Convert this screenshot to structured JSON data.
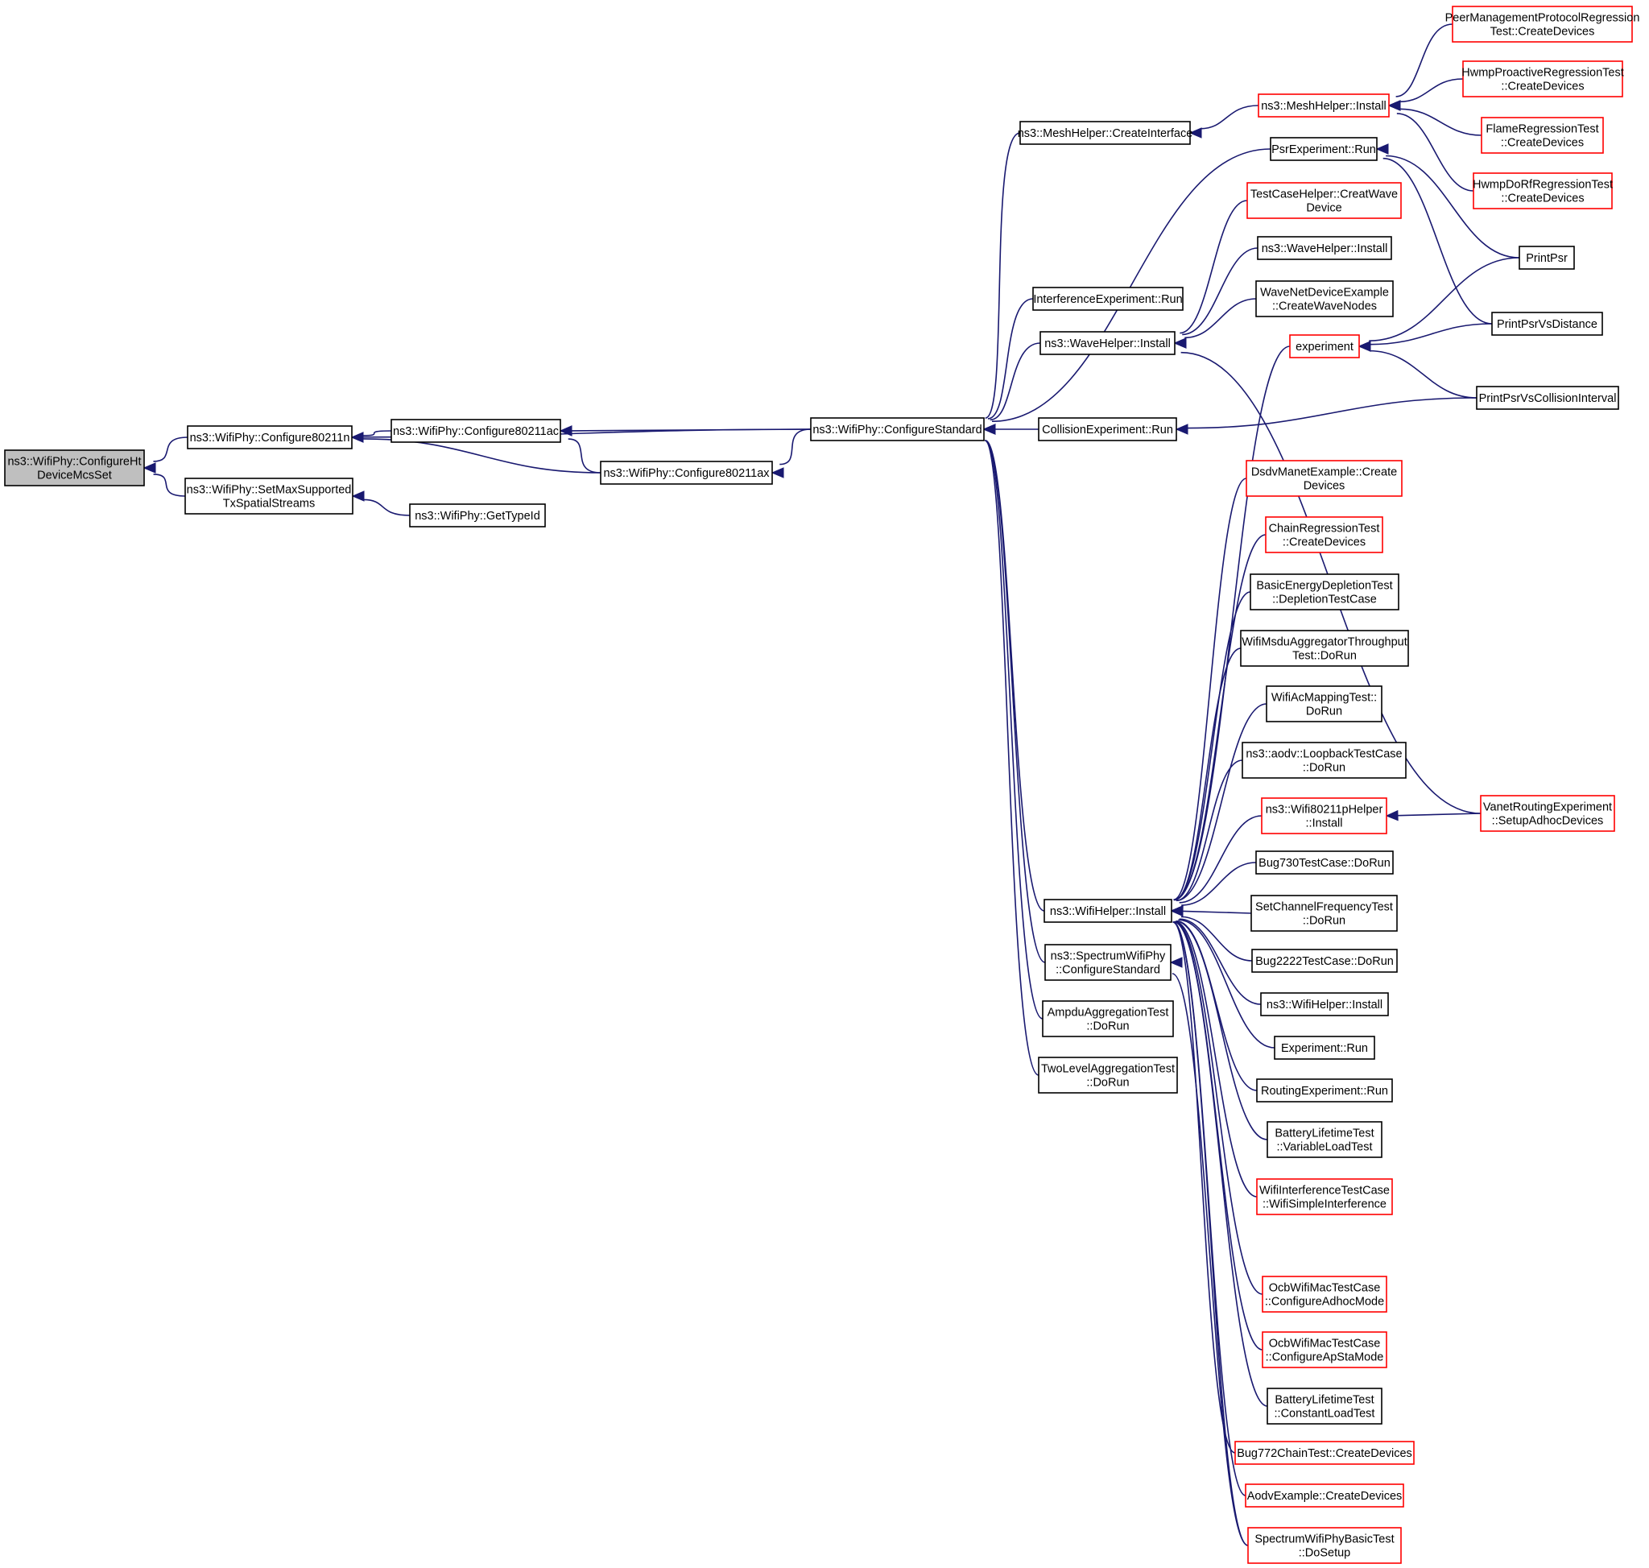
{
  "colors": {
    "edge": "#191970",
    "node_border_default": "#000000",
    "node_border_truncated": "#ff0000",
    "root_fill": "#bfbfbf",
    "node_fill": "#ffffff"
  },
  "nodes": [
    {
      "id": "root",
      "lines": [
        "ns3::WifiPhy::ConfigureHt",
        "DeviceMcsSet"
      ],
      "style": "root"
    },
    {
      "id": "c11n",
      "lines": [
        "ns3::WifiPhy::Configure80211n"
      ],
      "style": "normal"
    },
    {
      "id": "smss",
      "lines": [
        "ns3::WifiPhy::SetMaxSupported",
        "TxSpatialStreams"
      ],
      "style": "normal"
    },
    {
      "id": "c11ac",
      "lines": [
        "ns3::WifiPhy::Configure80211ac"
      ],
      "style": "normal"
    },
    {
      "id": "gtid",
      "lines": [
        "ns3::WifiPhy::GetTypeId"
      ],
      "style": "normal"
    },
    {
      "id": "c11ax",
      "lines": [
        "ns3::WifiPhy::Configure80211ax"
      ],
      "style": "normal"
    },
    {
      "id": "cstd",
      "lines": [
        "ns3::WifiPhy::ConfigureStandard"
      ],
      "style": "normal"
    },
    {
      "id": "mhci",
      "lines": [
        "ns3::MeshHelper::CreateInterface"
      ],
      "style": "normal"
    },
    {
      "id": "ierun",
      "lines": [
        "InterferenceExperiment::Run"
      ],
      "style": "normal"
    },
    {
      "id": "wvhi",
      "lines": [
        "ns3::WaveHelper::Install"
      ],
      "style": "normal"
    },
    {
      "id": "cerun",
      "lines": [
        "CollisionExperiment::Run"
      ],
      "style": "normal"
    },
    {
      "id": "wfhi",
      "lines": [
        "ns3::WifiHelper::Install"
      ],
      "style": "normal"
    },
    {
      "id": "swcs",
      "lines": [
        "ns3::SpectrumWifiPhy",
        "::ConfigureStandard"
      ],
      "style": "normal"
    },
    {
      "id": "ampdu",
      "lines": [
        "AmpduAggregationTest",
        "::DoRun"
      ],
      "style": "normal"
    },
    {
      "id": "twolvl",
      "lines": [
        "TwoLevelAggregationTest",
        "::DoRun"
      ],
      "style": "normal"
    },
    {
      "id": "mhi",
      "lines": [
        "ns3::MeshHelper::Install"
      ],
      "style": "truncated"
    },
    {
      "id": "psrrun",
      "lines": [
        "PsrExperiment::Run"
      ],
      "style": "normal"
    },
    {
      "id": "tchcw",
      "lines": [
        "TestCaseHelper::CreatWave",
        "Device"
      ],
      "style": "truncated"
    },
    {
      "id": "wvhi2",
      "lines": [
        "ns3::WaveHelper::Install"
      ],
      "style": "normal"
    },
    {
      "id": "wndcwn",
      "lines": [
        "WaveNetDeviceExample",
        "::CreateWaveNodes"
      ],
      "style": "normal"
    },
    {
      "id": "expt",
      "lines": [
        "experiment"
      ],
      "style": "truncated"
    },
    {
      "id": "dsdv",
      "lines": [
        "DsdvManetExample::Create",
        "Devices"
      ],
      "style": "truncated"
    },
    {
      "id": "chain",
      "lines": [
        "ChainRegressionTest",
        "::CreateDevices"
      ],
      "style": "truncated"
    },
    {
      "id": "bedt",
      "lines": [
        "BasicEnergyDepletionTest",
        "::DepletionTestCase"
      ],
      "style": "normal"
    },
    {
      "id": "wmsdu",
      "lines": [
        "WifiMsduAggregatorThroughput",
        "Test::DoRun"
      ],
      "style": "normal"
    },
    {
      "id": "wacmap",
      "lines": [
        "WifiAcMappingTest::",
        "DoRun"
      ],
      "style": "normal"
    },
    {
      "id": "aodvlb",
      "lines": [
        "ns3::aodv::LoopbackTestCase",
        "::DoRun"
      ],
      "style": "normal"
    },
    {
      "id": "w11p",
      "lines": [
        "ns3::Wifi80211pHelper",
        "::Install"
      ],
      "style": "truncated"
    },
    {
      "id": "b730",
      "lines": [
        "Bug730TestCase::DoRun"
      ],
      "style": "normal"
    },
    {
      "id": "scft",
      "lines": [
        "SetChannelFrequencyTest",
        "::DoRun"
      ],
      "style": "normal"
    },
    {
      "id": "b2222",
      "lines": [
        "Bug2222TestCase::DoRun"
      ],
      "style": "normal"
    },
    {
      "id": "wfhi2",
      "lines": [
        "ns3::WifiHelper::Install"
      ],
      "style": "normal"
    },
    {
      "id": "exprun",
      "lines": [
        "Experiment::Run"
      ],
      "style": "normal"
    },
    {
      "id": "rtexp",
      "lines": [
        "RoutingExperiment::Run"
      ],
      "style": "normal"
    },
    {
      "id": "bltvl",
      "lines": [
        "BatteryLifetimeTest",
        "::VariableLoadTest"
      ],
      "style": "normal"
    },
    {
      "id": "witc",
      "lines": [
        "WifiInterferenceTestCase",
        "::WifiSimpleInterference"
      ],
      "style": "truncated"
    },
    {
      "id": "ocbad",
      "lines": [
        "OcbWifiMacTestCase",
        "::ConfigureAdhocMode"
      ],
      "style": "truncated"
    },
    {
      "id": "ocbap",
      "lines": [
        "OcbWifiMacTestCase",
        "::ConfigureApStaMode"
      ],
      "style": "truncated"
    },
    {
      "id": "bltcl",
      "lines": [
        "BatteryLifetimeTest",
        "::ConstantLoadTest"
      ],
      "style": "normal"
    },
    {
      "id": "b772",
      "lines": [
        "Bug772ChainTest::CreateDevices"
      ],
      "style": "truncated"
    },
    {
      "id": "aodvex",
      "lines": [
        "AodvExample::CreateDevices"
      ],
      "style": "truncated"
    },
    {
      "id": "swpb",
      "lines": [
        "SpectrumWifiPhyBasicTest",
        "::DoSetup"
      ],
      "style": "truncated"
    },
    {
      "id": "pmpr",
      "lines": [
        "PeerManagementProtocolRegression",
        "Test::CreateDevices"
      ],
      "style": "truncated"
    },
    {
      "id": "hwmpp",
      "lines": [
        "HwmpProactiveRegressionTest",
        "::CreateDevices"
      ],
      "style": "truncated"
    },
    {
      "id": "flame",
      "lines": [
        "FlameRegressionTest",
        "::CreateDevices"
      ],
      "style": "truncated"
    },
    {
      "id": "hwmpd",
      "lines": [
        "HwmpDoRfRegressionTest",
        "::CreateDevices"
      ],
      "style": "truncated"
    },
    {
      "id": "ppsr",
      "lines": [
        "PrintPsr"
      ],
      "style": "normal"
    },
    {
      "id": "ppvd",
      "lines": [
        "PrintPsrVsDistance"
      ],
      "style": "normal"
    },
    {
      "id": "ppvci",
      "lines": [
        "PrintPsrVsCollisionInterval"
      ],
      "style": "normal"
    },
    {
      "id": "vanet",
      "lines": [
        "VanetRoutingExperiment",
        "::SetupAdhocDevices"
      ],
      "style": "truncated"
    }
  ],
  "edges": [
    [
      "c11n",
      "root"
    ],
    [
      "smss",
      "root"
    ],
    [
      "c11ac",
      "c11n"
    ],
    [
      "c11ax",
      "c11n"
    ],
    [
      "cstd",
      "c11n"
    ],
    [
      "gtid",
      "smss"
    ],
    [
      "cstd",
      "c11ac"
    ],
    [
      "c11ax",
      "c11ac"
    ],
    [
      "cstd",
      "c11ax"
    ],
    [
      "mhci",
      "cstd"
    ],
    [
      "ierun",
      "cstd"
    ],
    [
      "wvhi",
      "cstd"
    ],
    [
      "cerun",
      "cstd"
    ],
    [
      "wfhi",
      "cstd"
    ],
    [
      "swcs",
      "cstd"
    ],
    [
      "ampdu",
      "cstd"
    ],
    [
      "twolvl",
      "cstd"
    ],
    [
      "psrrun",
      "cstd"
    ],
    [
      "mhi",
      "mhci"
    ],
    [
      "tchcw",
      "wvhi"
    ],
    [
      "wvhi2",
      "wvhi"
    ],
    [
      "wndcwn",
      "wvhi"
    ],
    [
      "vanet",
      "wvhi"
    ],
    [
      "ppvci",
      "cerun"
    ],
    [
      "expt",
      "wfhi"
    ],
    [
      "dsdv",
      "wfhi"
    ],
    [
      "chain",
      "wfhi"
    ],
    [
      "bedt",
      "wfhi"
    ],
    [
      "wmsdu",
      "wfhi"
    ],
    [
      "wacmap",
      "wfhi"
    ],
    [
      "aodvlb",
      "wfhi"
    ],
    [
      "w11p",
      "wfhi"
    ],
    [
      "b730",
      "wfhi"
    ],
    [
      "scft",
      "wfhi"
    ],
    [
      "b2222",
      "wfhi"
    ],
    [
      "wfhi2",
      "wfhi"
    ],
    [
      "exprun",
      "wfhi"
    ],
    [
      "rtexp",
      "wfhi"
    ],
    [
      "bltvl",
      "wfhi"
    ],
    [
      "witc",
      "wfhi"
    ],
    [
      "ocbad",
      "wfhi"
    ],
    [
      "ocbap",
      "wfhi"
    ],
    [
      "bltcl",
      "wfhi"
    ],
    [
      "b772",
      "wfhi"
    ],
    [
      "aodvex",
      "wfhi"
    ],
    [
      "swpb",
      "wfhi"
    ],
    [
      "swpb",
      "swcs"
    ],
    [
      "pmpr",
      "mhi"
    ],
    [
      "hwmpp",
      "mhi"
    ],
    [
      "flame",
      "mhi"
    ],
    [
      "hwmpd",
      "mhi"
    ],
    [
      "ppsr",
      "psrrun"
    ],
    [
      "ppvd",
      "psrrun"
    ],
    [
      "ppsr",
      "expt"
    ],
    [
      "ppvd",
      "expt"
    ],
    [
      "ppvci",
      "expt"
    ],
    [
      "vanet",
      "w11p"
    ]
  ]
}
